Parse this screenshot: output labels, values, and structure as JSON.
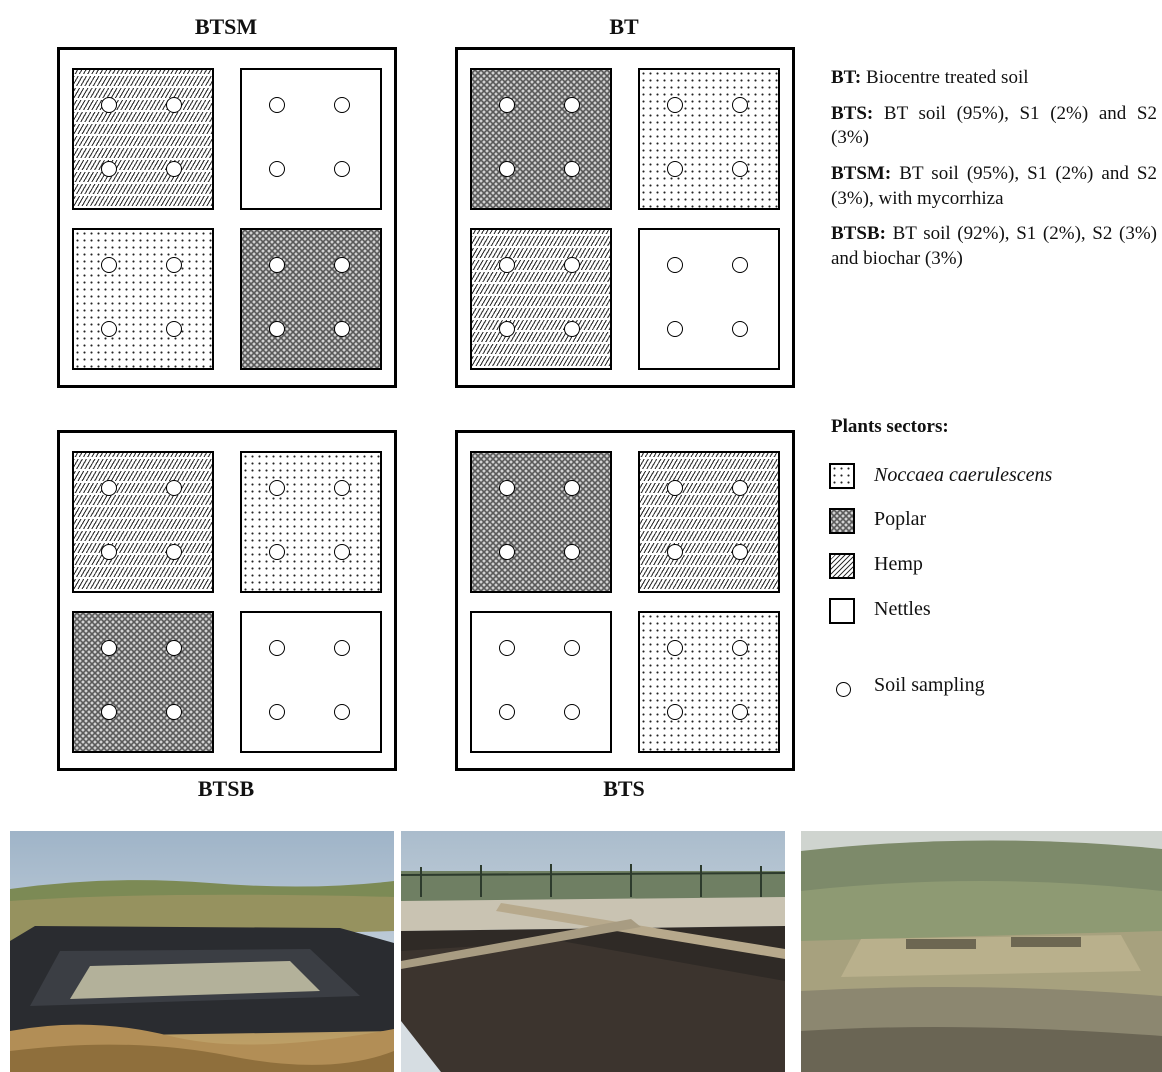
{
  "plots": {
    "top_left": {
      "label": "BTSM",
      "sectors": [
        "hemp",
        "nettles",
        "noccaea",
        "poplar"
      ]
    },
    "top_right": {
      "label": "BT",
      "sectors": [
        "poplar",
        "noccaea",
        "hemp",
        "nettles"
      ]
    },
    "bottom_left": {
      "label": "BTSB",
      "sectors": [
        "hemp",
        "noccaea",
        "poplar",
        "nettles"
      ]
    },
    "bottom_right": {
      "label": "BTS",
      "sectors": [
        "poplar",
        "hemp",
        "nettles",
        "noccaea"
      ]
    }
  },
  "definitions": {
    "bt_term": "BT:",
    "bt_text": "Biocentre treated soil",
    "bts_term": "BTS:",
    "bts_text": "BT soil (95%), S1 (2%) and S2 (3%)",
    "btsm_term": "BTSM:",
    "btsm_text": "BT soil (95%), S1 (2%) and S2 (3%), with mycorrhiza",
    "btsb_term": "BTSB:",
    "btsb_text": "BT soil (92%), S1 (2%), S2 (3%) and biochar (3%)"
  },
  "legend": {
    "title": "Plants sectors:",
    "items": [
      {
        "key": "noccaea",
        "label": "Noccaea caerulescens"
      },
      {
        "key": "poplar",
        "label": "Poplar"
      },
      {
        "key": "hemp",
        "label": "Hemp"
      },
      {
        "key": "nettles",
        "label": "Nettles"
      }
    ],
    "sampling_label": "Soil sampling"
  },
  "photos": [
    {
      "name": "lined-pit-photo"
    },
    {
      "name": "planted-plots-photo"
    },
    {
      "name": "site-overview-photo"
    }
  ]
}
